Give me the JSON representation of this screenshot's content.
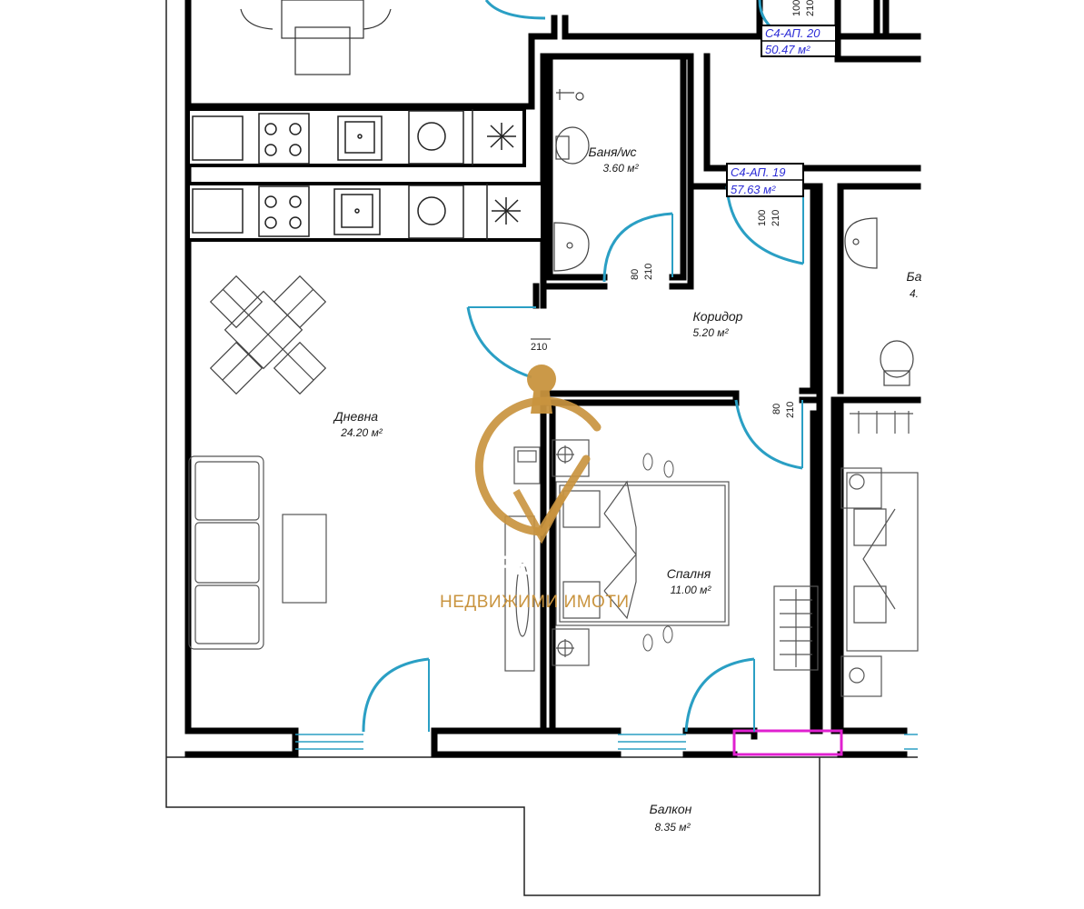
{
  "rooms": {
    "living": {
      "label": "Дневна",
      "area": "24.20 м²"
    },
    "bathroom": {
      "label": "Баня/wc",
      "area": "3.60 м²"
    },
    "corridor": {
      "label": "Коридор",
      "area": "5.20 м²"
    },
    "bedroom": {
      "label": "Спалня",
      "area": "11.00 м²"
    },
    "balcony": {
      "label": "Балкон",
      "area": "8.35 м²"
    },
    "right_bath_partial": {
      "label": "Ба",
      "area": "4."
    }
  },
  "apartments": {
    "ap20": {
      "code": "С4-АП. 20",
      "area": "50.47 м²"
    },
    "ap19": {
      "code": "С4-АП. 19",
      "area": "57.63 м²"
    }
  },
  "doors": {
    "ap20_entry": {
      "width": "100",
      "height": "210"
    },
    "ap19_entry": {
      "width": "100",
      "height": "210"
    },
    "bath": {
      "width": "80",
      "height": "210"
    },
    "living": {
      "height": "210"
    },
    "bedroom": {
      "width": "80",
      "height": "210"
    }
  },
  "watermark": {
    "brand": "РЕ",
    "tagline": "НЕДВИЖИМИ ИМОТИ"
  },
  "colors": {
    "wall": "#000000",
    "door_arc": "#2a9fc4",
    "window": "#2a9fc4",
    "apt_code": "#2b2bd6",
    "highlight": "#e020d0",
    "brand_gold": "#c9943f"
  }
}
